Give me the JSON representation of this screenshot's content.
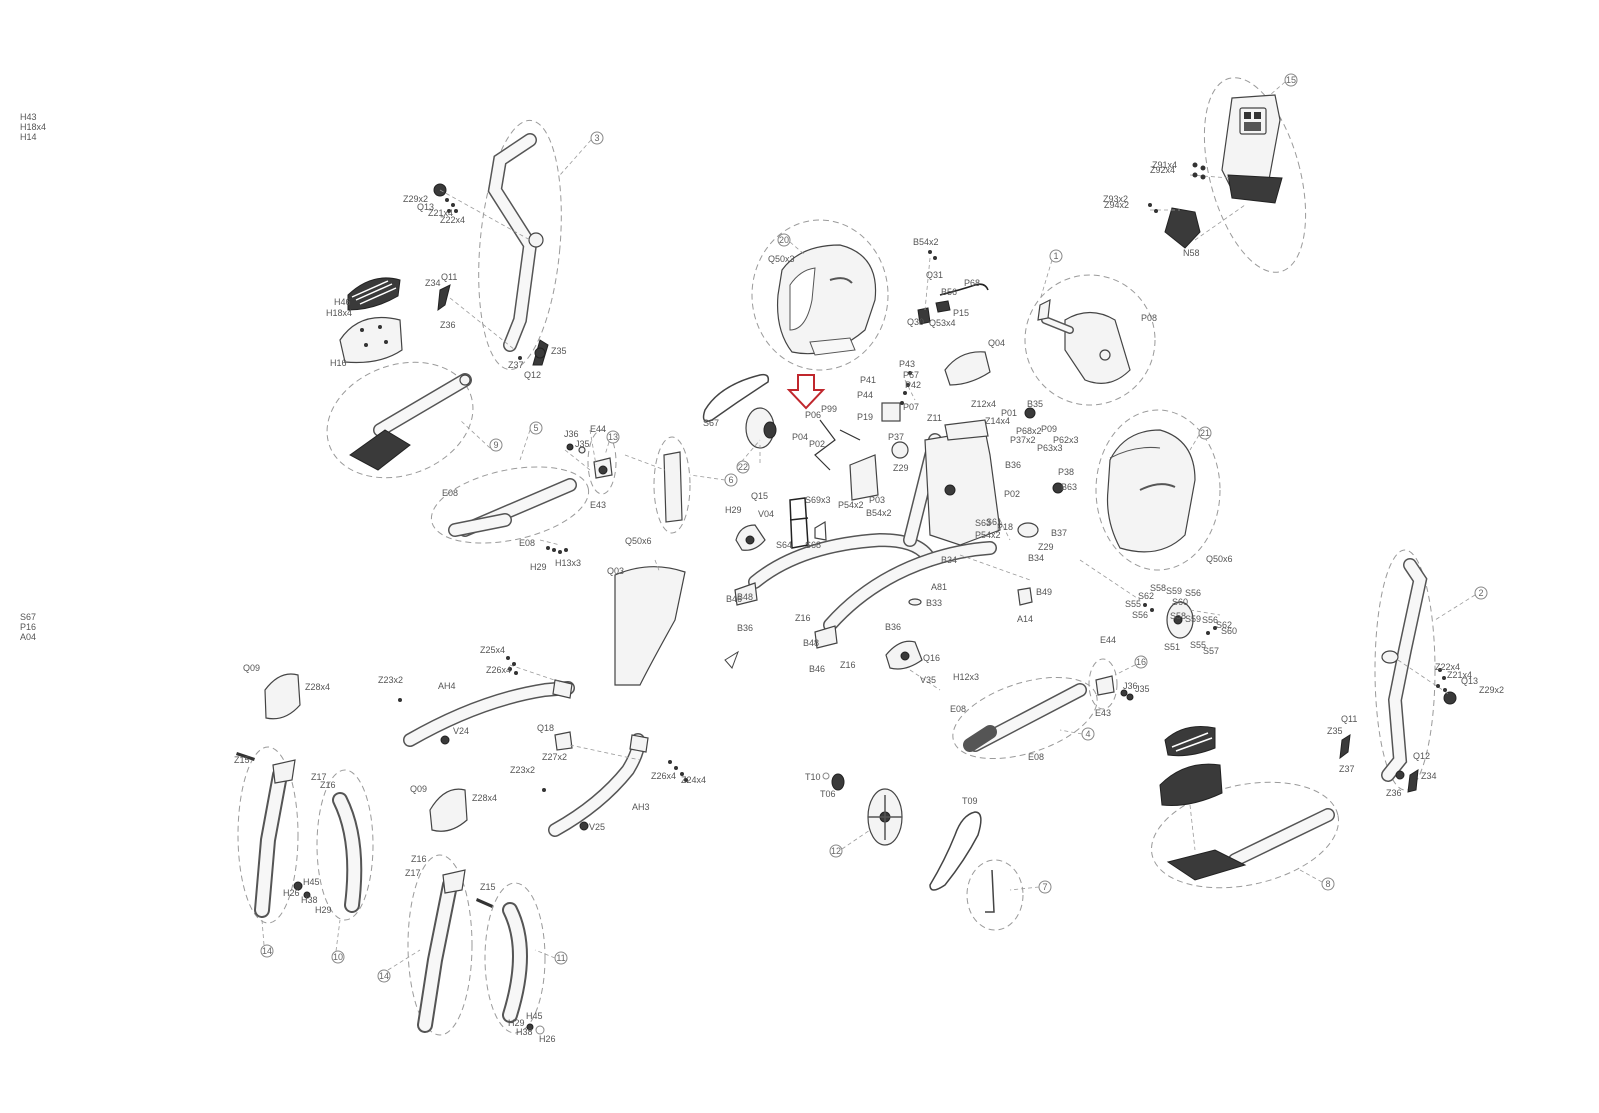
{
  "diagram": {
    "highlight_color": "#c0272d",
    "line_color": "#555555",
    "group_numbers": [
      "15",
      "3",
      "1",
      "20",
      "21",
      "5",
      "13",
      "6",
      "9",
      "22",
      "14",
      "10",
      "14",
      "11",
      "16",
      "4",
      "7",
      "8",
      "2",
      "12"
    ],
    "labels": {
      "group3": [
        "Z29x2",
        "Q13",
        "Z21x4",
        "Z22x4",
        "Q11",
        "Z34",
        "Z36",
        "Z37",
        "Q12",
        "Z35",
        "H46",
        "H18x4",
        "H16"
      ],
      "group15": [
        "Z91x4",
        "Z92x4",
        "Z93x2",
        "Z94x2",
        "N58"
      ],
      "group20": [
        "Q50x3",
        "B54x2",
        "Q31",
        "P68",
        "B56",
        "P15",
        "Q30",
        "Q53x4",
        "Q04"
      ],
      "group1": [
        "P08"
      ],
      "center": [
        "P43",
        "P41",
        "P67",
        "P44",
        "P42",
        "P19",
        "P07",
        "P06",
        "P99",
        "P04",
        "P02",
        "P03",
        "P54x2",
        "P37",
        "Z29",
        "Z11",
        "Z12x4",
        "B35",
        "Z14x4",
        "P01",
        "P68x2",
        "P37x2",
        "P09",
        "P62x3",
        "P63x3",
        "P38",
        "B36",
        "B63",
        "P02",
        "B54x2",
        "S61",
        "S63",
        "P54x2",
        "P18",
        "B37",
        "Z29",
        "B34",
        "B34",
        "A81",
        "B33",
        "B49",
        "A14",
        "B46",
        "B48",
        "B36",
        "Z16",
        "B48",
        "Z16",
        "B46",
        "B36",
        "Q16",
        "V35",
        "H12x3",
        "H29",
        "Q15",
        "V04",
        "S64",
        "S69x3",
        "S68",
        "S67",
        "S67",
        "P16",
        "A04"
      ],
      "group21": [
        "Q50x6"
      ],
      "group13": [
        "J36",
        "J35",
        "E44",
        "E43",
        "E08",
        "E08",
        "H29",
        "H13x3"
      ],
      "wheelset": [
        "S58",
        "S59",
        "S56",
        "S62",
        "S60",
        "S55",
        "S56",
        "S51",
        "S58",
        "S59",
        "S56",
        "S62",
        "S60",
        "S55",
        "S57"
      ],
      "group4": [
        "E44",
        "J36",
        "J35",
        "E43",
        "E08",
        "E08"
      ],
      "group2": [
        "Z22x4",
        "Z21x4",
        "Q13",
        "Z29x2",
        "Q11",
        "Z35",
        "Z37",
        "Q12",
        "Z34",
        "Z36",
        "H43",
        "H18x4",
        "H14"
      ],
      "rail": [
        "Q50x6",
        "Q03",
        "Z25x4",
        "Z26x4",
        "Z23x2",
        "AH4",
        "V24",
        "Q18",
        "Z27x2",
        "Z23x2",
        "Z26x4",
        "Z24x4",
        "AH3",
        "V25"
      ],
      "lower_left": [
        "Q09",
        "Z28x4",
        "Z15",
        "Z17",
        "Z16",
        "H45",
        "H26",
        "H38",
        "H29",
        "Q09",
        "Z28x4",
        "Z16",
        "Z17",
        "Z15",
        "H45",
        "H29",
        "H38",
        "H26"
      ],
      "group22": [
        "T10",
        "T06"
      ],
      "group7": [
        "T09"
      ]
    }
  }
}
